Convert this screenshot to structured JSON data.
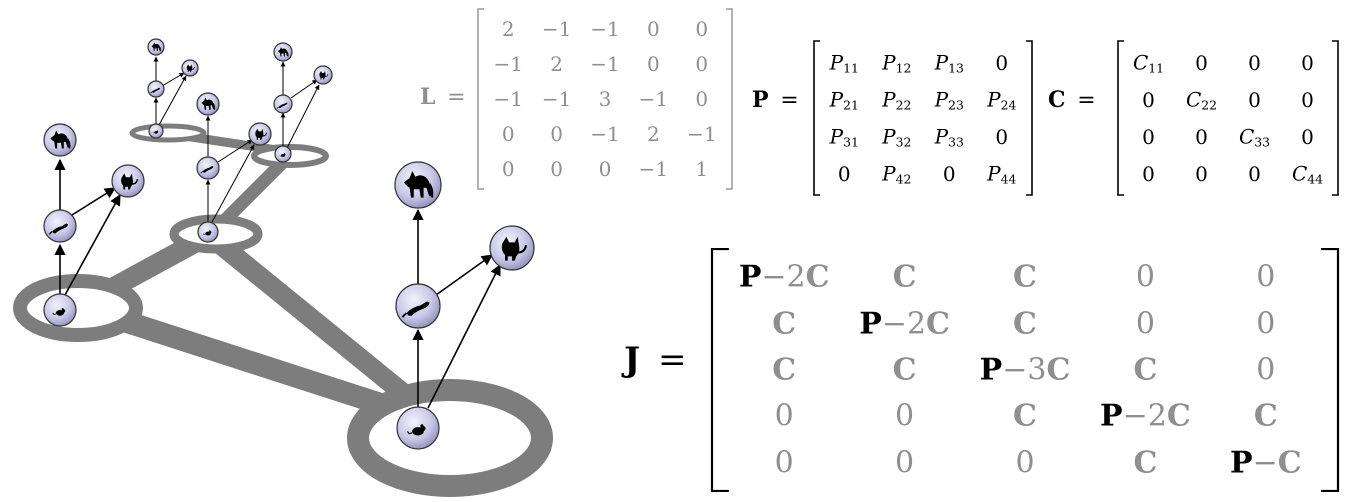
{
  "matrices": {
    "L": {
      "symbol": "L",
      "equals": "=",
      "rows": [
        [
          "2",
          "−1",
          "−1",
          "0",
          "0"
        ],
        [
          "−1",
          "2",
          "−1",
          "0",
          "0"
        ],
        [
          "−1",
          "−1",
          "3",
          "−1",
          "0"
        ],
        [
          "0",
          "0",
          "−1",
          "2",
          "−1"
        ],
        [
          "0",
          "0",
          "0",
          "−1",
          "1"
        ]
      ]
    },
    "P": {
      "symbol": "P",
      "equals": "=",
      "rows": [
        [
          {
            "b": "P",
            "s": "11"
          },
          {
            "b": "P",
            "s": "12"
          },
          {
            "b": "P",
            "s": "13"
          },
          {
            "b": "0",
            "s": ""
          }
        ],
        [
          {
            "b": "P",
            "s": "21"
          },
          {
            "b": "P",
            "s": "22"
          },
          {
            "b": "P",
            "s": "23"
          },
          {
            "b": "P",
            "s": "24"
          }
        ],
        [
          {
            "b": "P",
            "s": "31"
          },
          {
            "b": "P",
            "s": "32"
          },
          {
            "b": "P",
            "s": "33"
          },
          {
            "b": "0",
            "s": ""
          }
        ],
        [
          {
            "b": "0",
            "s": ""
          },
          {
            "b": "P",
            "s": "42"
          },
          {
            "b": "0",
            "s": ""
          },
          {
            "b": "P",
            "s": "44"
          }
        ]
      ]
    },
    "C": {
      "symbol": "C",
      "equals": "=",
      "rows": [
        [
          {
            "b": "C",
            "s": "11"
          },
          {
            "b": "0",
            "s": ""
          },
          {
            "b": "0",
            "s": ""
          },
          {
            "b": "0",
            "s": ""
          }
        ],
        [
          {
            "b": "0",
            "s": ""
          },
          {
            "b": "C",
            "s": "22"
          },
          {
            "b": "0",
            "s": ""
          },
          {
            "b": "0",
            "s": ""
          }
        ],
        [
          {
            "b": "0",
            "s": ""
          },
          {
            "b": "0",
            "s": ""
          },
          {
            "b": "C",
            "s": "33"
          },
          {
            "b": "0",
            "s": ""
          }
        ],
        [
          {
            "b": "0",
            "s": ""
          },
          {
            "b": "0",
            "s": ""
          },
          {
            "b": "0",
            "s": ""
          },
          {
            "b": "C",
            "s": "44"
          }
        ]
      ]
    },
    "J": {
      "symbol": "J",
      "equals": "=",
      "rows": [
        [
          {
            "p": "P",
            "m": "−2",
            "c": "C"
          },
          {
            "c": "C"
          },
          {
            "c": "C"
          },
          {
            "z": "0"
          },
          {
            "z": "0"
          }
        ],
        [
          {
            "c": "C"
          },
          {
            "p": "P",
            "m": "−2",
            "c": "C"
          },
          {
            "c": "C"
          },
          {
            "z": "0"
          },
          {
            "z": "0"
          }
        ],
        [
          {
            "c": "C"
          },
          {
            "c": "C"
          },
          {
            "p": "P",
            "m": "−3",
            "c": "C"
          },
          {
            "c": "C"
          },
          {
            "z": "0"
          }
        ],
        [
          {
            "z": "0"
          },
          {
            "z": "0"
          },
          {
            "c": "C"
          },
          {
            "p": "P",
            "m": "−2",
            "c": "C"
          },
          {
            "c": "C"
          }
        ],
        [
          {
            "z": "0"
          },
          {
            "z": "0"
          },
          {
            "z": "0"
          },
          {
            "c": "C"
          },
          {
            "p": "P",
            "m": "−",
            "c": "C"
          }
        ]
      ]
    }
  },
  "network": {
    "patches": [
      {
        "id": "patch-1"
      },
      {
        "id": "patch-2"
      },
      {
        "id": "patch-3"
      },
      {
        "id": "patch-4"
      },
      {
        "id": "patch-5"
      }
    ],
    "species": [
      {
        "id": "mouse",
        "icon": "mouse-icon"
      },
      {
        "id": "weasel",
        "icon": "weasel-icon"
      },
      {
        "id": "cat",
        "icon": "cat-icon"
      },
      {
        "id": "wolf",
        "icon": "wolf-icon"
      }
    ],
    "colors": {
      "road": "#7d7d7d",
      "node_fill": "#c6c4e4",
      "node_stroke": "#333333",
      "animal": "#000000"
    }
  }
}
